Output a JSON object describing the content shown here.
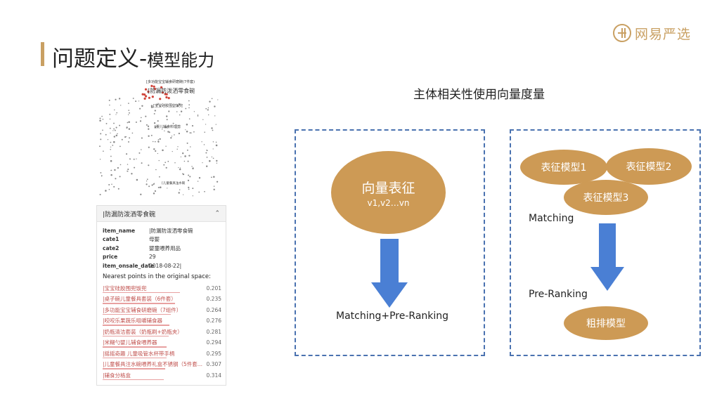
{
  "header": {
    "title_main": "问题定义-",
    "title_sub": "模型能力",
    "logo_text": "网易严选"
  },
  "left": {
    "scatter_labels": [
      "[多功能宝宝辅食研磨碗(7件套)",
      "[防漏防泼洒零食碗",
      "[宝宝硅胶围兜饭兜",
      "[婴儿辅食料理剪",
      "[儿童餐具注水碗"
    ],
    "panel": {
      "header": "|防漏防泼洒零食碗",
      "attrs": [
        {
          "key": "item_name",
          "value": "|防漏防泼洒零食碗"
        },
        {
          "key": "cate1",
          "value": "母婴"
        },
        {
          "key": "cate2",
          "value": "婴童喂养用品"
        },
        {
          "key": "price",
          "value": "29"
        },
        {
          "key": "item_onsale_date",
          "value": "2018-08-22|"
        }
      ],
      "nearest_title": "Nearest points in the original space:",
      "nearest": [
        {
          "name": "|宝宝硅胶围兜饭兜",
          "dist": "0.201"
        },
        {
          "name": "|桌子碗儿童餐具套装（6件套）",
          "dist": "0.235"
        },
        {
          "name": "|多功能宝宝辅食研磨碗（7组件）",
          "dist": "0.264"
        },
        {
          "name": "|咬咬乐果蔬乐咀嚼辅食器",
          "dist": "0.276"
        },
        {
          "name": "|奶瓶清洁套装（奶瓶刷+奶瓶夹）",
          "dist": "0.281"
        },
        {
          "name": "|米糊勺婴儿辅食喂养器",
          "dist": "0.294"
        },
        {
          "name": "|摇摇奇趣 儿童吸管水杯带手柄",
          "dist": "0.295"
        },
        {
          "name": "|儿童餐具注水碗喂养礼盒不锈钢（5件套...",
          "dist": "0.307"
        },
        {
          "name": "|辅食分格盒",
          "dist": "0.314"
        }
      ]
    }
  },
  "right": {
    "heading": "主体相关性使用向量度量",
    "box1": {
      "ellipse_title": "向量表征",
      "ellipse_sub": "v1,v2…vn",
      "bottom_label": "Matching+Pre-Ranking"
    },
    "box2": {
      "model1": "表征模型1",
      "model2": "表征模型2",
      "model3": "表征模型3",
      "matching_label": "Matching",
      "preranking_label": "Pre-Ranking",
      "coarse_model": "粗排模型"
    }
  },
  "colors": {
    "accent_gold": "#cd9a55",
    "arrow_blue": "#4a7fd4",
    "dashed_blue": "#4a72b0",
    "link_red": "#c0504d"
  }
}
